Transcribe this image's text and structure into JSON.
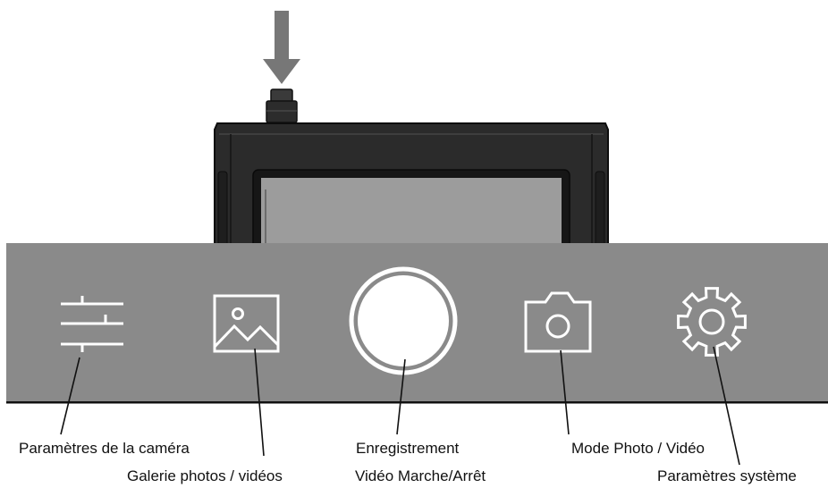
{
  "labels": {
    "camera_settings": "Paramètres de la caméra",
    "gallery": "Galerie photos / vidéos",
    "record_line1": "Enregistrement",
    "record_line2": "Vidéo Marche/Arrêt",
    "photo_video_mode": "Mode Photo / Vidéo",
    "system_settings": "Paramètres système"
  },
  "icons": [
    "sliders-icon",
    "image-gallery-icon",
    "record-button-icon",
    "camera-icon",
    "gear-icon"
  ],
  "colors": {
    "toolbar": "#8a8a8a",
    "device_body": "#2a2a2a",
    "screen": "#9c9c9c",
    "icon": "#ffffff",
    "arrow": "#777777"
  }
}
